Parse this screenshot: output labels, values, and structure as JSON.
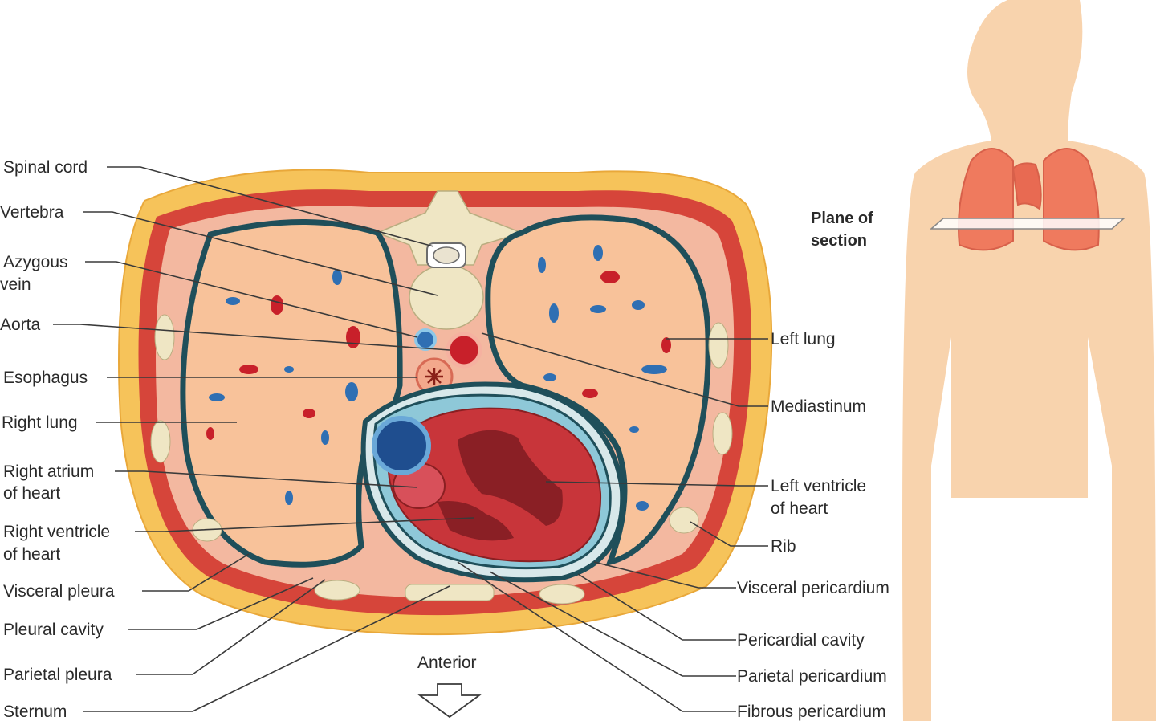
{
  "colors": {
    "fat": "#f6c35a",
    "muscle": "#d6453a",
    "lung": "#f8c29a",
    "pleura": "#1f4f5a",
    "bone": "#efe6c4",
    "heart": "#c8353a",
    "vein": "#2f6fb3",
    "artery": "#c8202a",
    "body": "#f8d3ad"
  },
  "labels": {
    "left": {
      "spinal_cord": "Spinal cord",
      "vertebra": "Vertebra",
      "azygous_vein_1": "Azygous",
      "azygous_vein_2": "vein",
      "aorta": "Aorta",
      "esophagus": "Esophagus",
      "right_lung": "Right lung",
      "right_atrium_1": "Right atrium",
      "right_atrium_2": "of heart",
      "right_ventricle_1": "Right ventricle",
      "right_ventricle_2": "of heart",
      "visceral_pleura": "Visceral pleura",
      "pleural_cavity": "Pleural cavity",
      "parietal_pleura": "Parietal pleura",
      "sternum": "Sternum"
    },
    "right": {
      "left_lung": "Left lung",
      "mediastinum": "Mediastinum",
      "left_ventricle_1": "Left ventricle",
      "left_ventricle_2": "of heart",
      "rib": "Rib",
      "visceral_pericardium": "Visceral pericardium",
      "pericardial_cavity": "Pericardial cavity",
      "parietal_pericardium": "Parietal pericardium",
      "fibrous_pericardium": "Fibrous pericardium"
    },
    "anterior": "Anterior",
    "plane_1": "Plane of",
    "plane_2": "section"
  }
}
